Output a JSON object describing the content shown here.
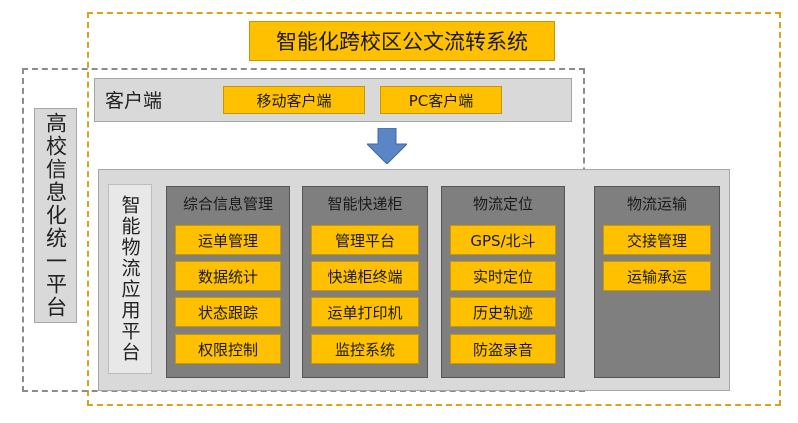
{
  "title": "智能化跨校区公文流转系统",
  "left_label": "高校信息化统一平台",
  "client": {
    "label": "客户端",
    "buttons": [
      "移动客户端",
      "PC客户端"
    ]
  },
  "platform": {
    "label": "智能物流应用平台",
    "columns": [
      {
        "title": "综合信息管理",
        "items": [
          "运单管理",
          "数据统计",
          "状态跟踪",
          "权限控制"
        ]
      },
      {
        "title": "智能快递柜",
        "items": [
          "管理平台",
          "快递柜终端",
          "运单打印机",
          "监控系统"
        ]
      },
      {
        "title": "物流定位",
        "items": [
          "GPS/北斗",
          "实时定位",
          "历史轨迹",
          "防盗录音"
        ]
      },
      {
        "title": "物流运输",
        "items": [
          "交接管理",
          "运输承运"
        ]
      }
    ]
  },
  "colors": {
    "accent": "#ffc000",
    "frame_yellow": "#d9a419",
    "panel": "#d9d9d9",
    "column": "#7f7f7f",
    "arrow": "#5b86c5"
  },
  "icons": {
    "flow_arrow": "down-arrow-icon"
  }
}
